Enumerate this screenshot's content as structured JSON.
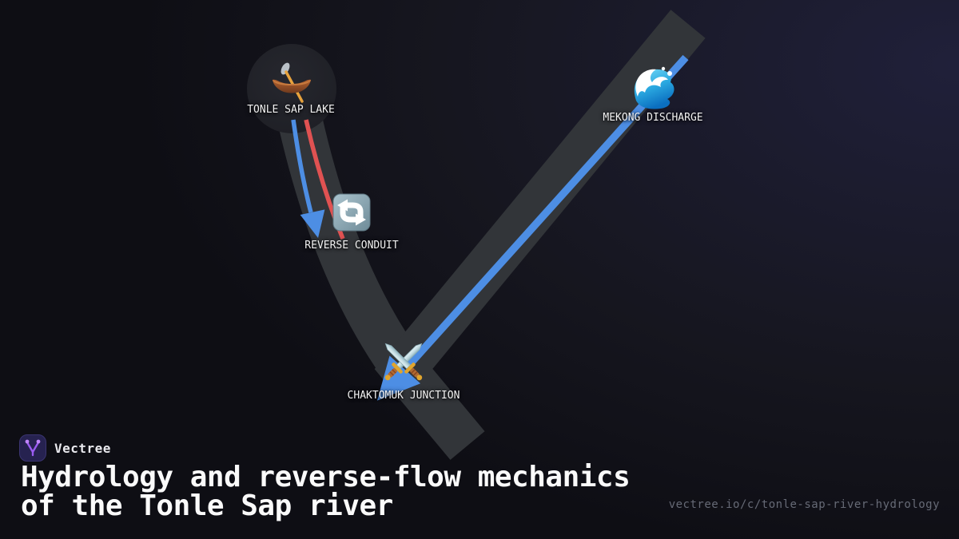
{
  "brand": {
    "name": "Vectree"
  },
  "title": {
    "line1": "Hydrology and reverse-flow mechanics",
    "line2": "of the Tonle Sap river"
  },
  "footer": {
    "url": "vectree.io/c/tonle-sap-river-hydrology"
  },
  "nodes": [
    {
      "id": "tonle-sap-lake",
      "label": "TONLE SAP LAKE",
      "icon": "canoe-icon"
    },
    {
      "id": "mekong-discharge",
      "label": "MEKONG DISCHARGE",
      "icon": "wave-icon"
    },
    {
      "id": "reverse-conduit",
      "label": "REVERSE CONDUIT",
      "icon": "counterclockwise-arrows-icon"
    },
    {
      "id": "chaktomuk-junction",
      "label": "CHAKTOMUK JUNCTION",
      "icon": "crossed-swords-icon"
    }
  ],
  "edges": [
    {
      "from": "mekong-discharge",
      "to": "chaktomuk-junction",
      "style": "arrow",
      "color": "#4d8ee4"
    },
    {
      "from": "tonle-sap-lake",
      "to": "reverse-conduit",
      "style": "arrow",
      "color": "#4d8ee4"
    },
    {
      "from": "tonle-sap-lake",
      "to": "reverse-conduit",
      "style": "line",
      "color": "#e05252"
    }
  ],
  "colors": {
    "river_band": "#323539",
    "flow_blue": "#4d8ee4",
    "reverse_red": "#e05252",
    "lake_fill": "#212229",
    "logo_purple": "#a855f7",
    "background_glow": "#20203a",
    "background_base": "#0e0e14",
    "url_text": "#666a76"
  }
}
